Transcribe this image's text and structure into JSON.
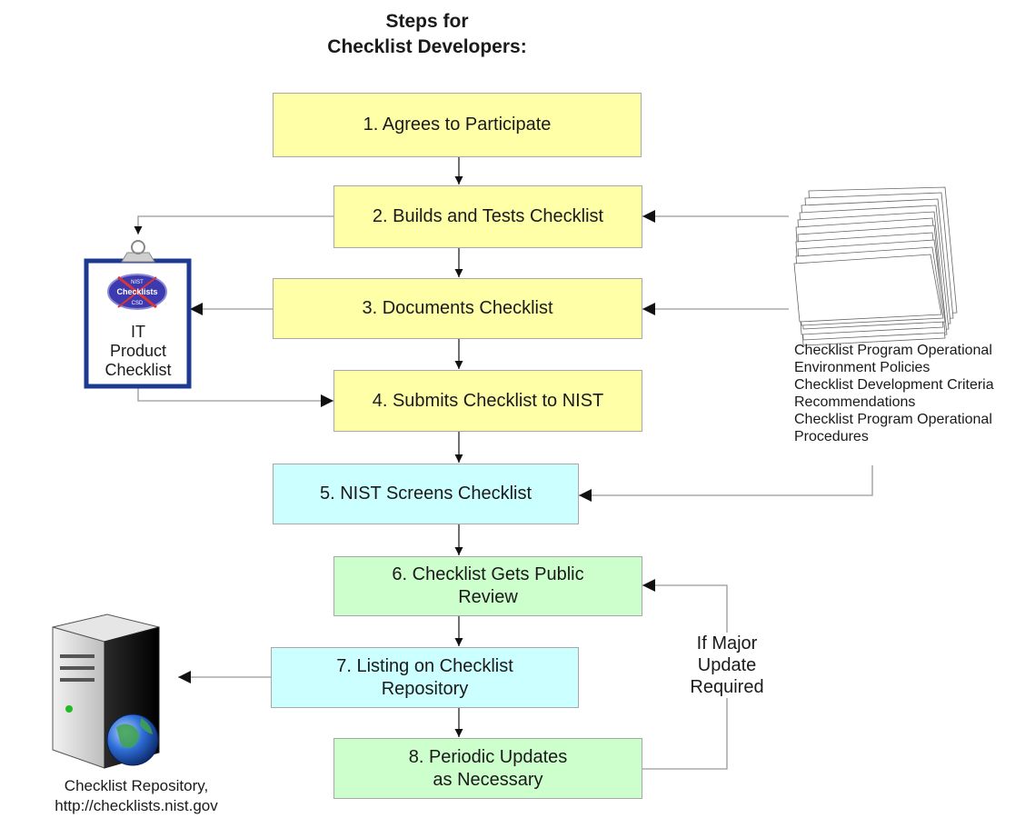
{
  "title": [
    "Steps for",
    "Checklist Developers:"
  ],
  "steps": {
    "s1": "1. Agrees to Participate",
    "s2": "2. Builds and Tests Checklist",
    "s3": "3. Documents Checklist",
    "s4": "4. Submits Checklist to NIST",
    "s5": "5. NIST Screens Checklist",
    "s6": "6. Checklist Gets Public\nReview",
    "s7": "7. Listing on Checklist\nRepository",
    "s8": "8. Periodic Updates\nas Necessary"
  },
  "documents_label": [
    "Checklist Program Operational",
    "Environment Policies",
    "Checklist Development Criteria",
    "Recommendations",
    "Checklist Program Operational",
    "Procedures"
  ],
  "clipboard_label": [
    "IT",
    "Product",
    "Checklist"
  ],
  "clipboard_badge": {
    "top": "NIST",
    "middle": "Checklists",
    "bottom": "CSD"
  },
  "update_label": [
    "If Major",
    "Update",
    "Required"
  ],
  "repository_label": [
    "Checklist Repository,",
    "http://checklists.nist.gov"
  ],
  "colors": {
    "yellow": "#ffffa8",
    "cyan": "#ccffff",
    "green": "#ccffcc",
    "clipboard_border": "#1c3a8f",
    "arrow": "#111111",
    "line": "#999999"
  },
  "icons": [
    "document-stack-icon",
    "clipboard-icon",
    "server-icon",
    "globe-icon"
  ]
}
